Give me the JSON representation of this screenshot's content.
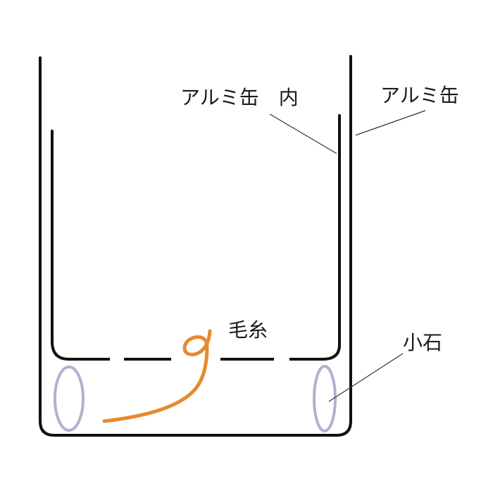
{
  "labels": {
    "outer_can": "アルミ缶",
    "inner_can": "アルミ缶　内",
    "yarn": "毛糸",
    "pebble": "小石"
  },
  "colors": {
    "line": "#111111",
    "leader": "#333333",
    "yarn": "#e8892f",
    "pebble": "#b4aed2",
    "background": "#ffffff"
  }
}
